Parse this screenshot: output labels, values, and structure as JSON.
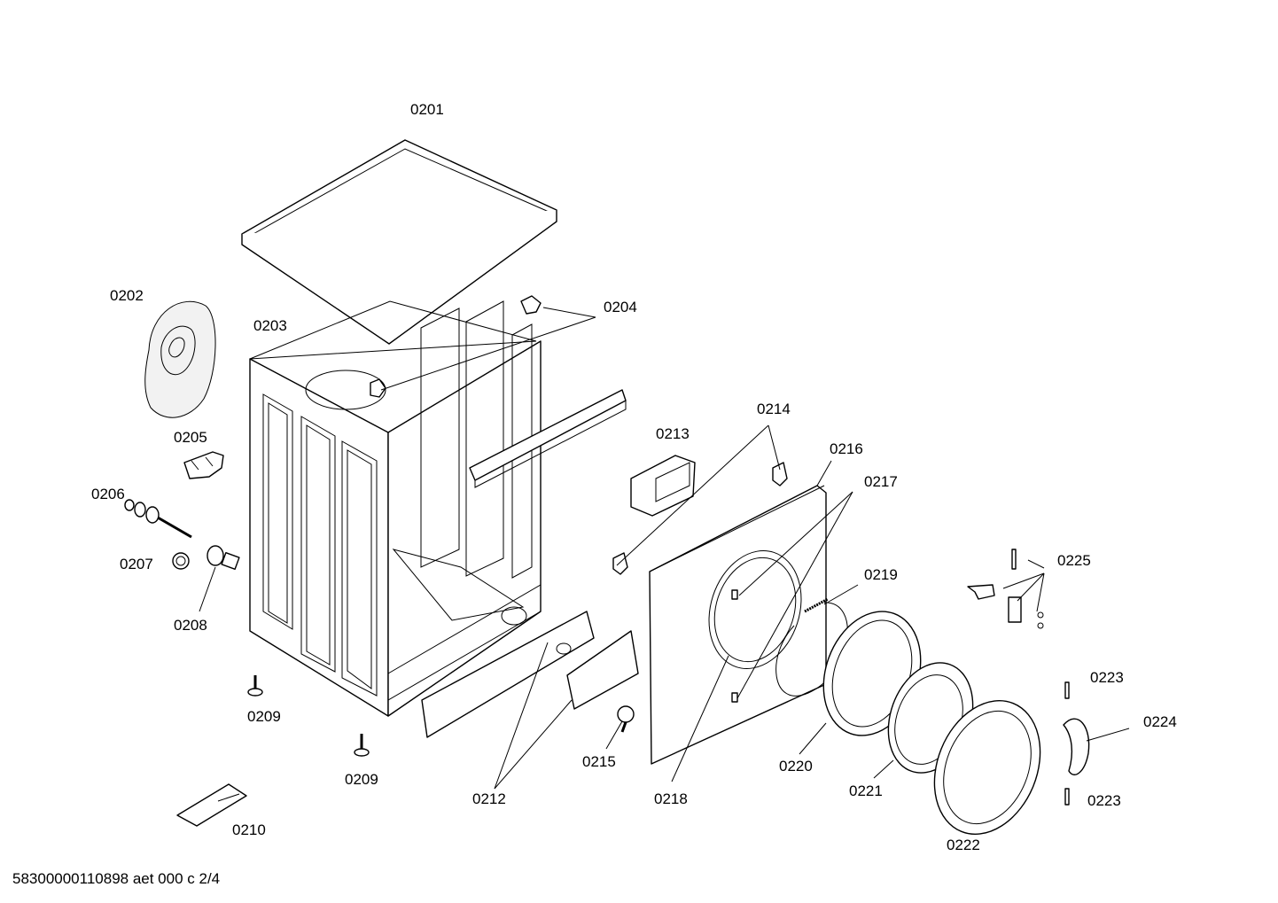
{
  "labels": {
    "p0201": "0201",
    "p0202": "0202",
    "p0203": "0203",
    "p0204": "0204",
    "p0205": "0205",
    "p0206": "0206",
    "p0207": "0207",
    "p0208": "0208",
    "p0209a": "0209",
    "p0209b": "0209",
    "p0210": "0210",
    "p0212": "0212",
    "p0213": "0213",
    "p0214": "0214",
    "p0215": "0215",
    "p0216": "0216",
    "p0217": "0217",
    "p0218": "0218",
    "p0219": "0219",
    "p0220": "0220",
    "p0221": "0221",
    "p0222": "0222",
    "p0223a": "0223",
    "p0223b": "0223",
    "p0224": "0224",
    "p0225": "0225"
  },
  "footer": "58300000110898 aet 000 c 2/4"
}
